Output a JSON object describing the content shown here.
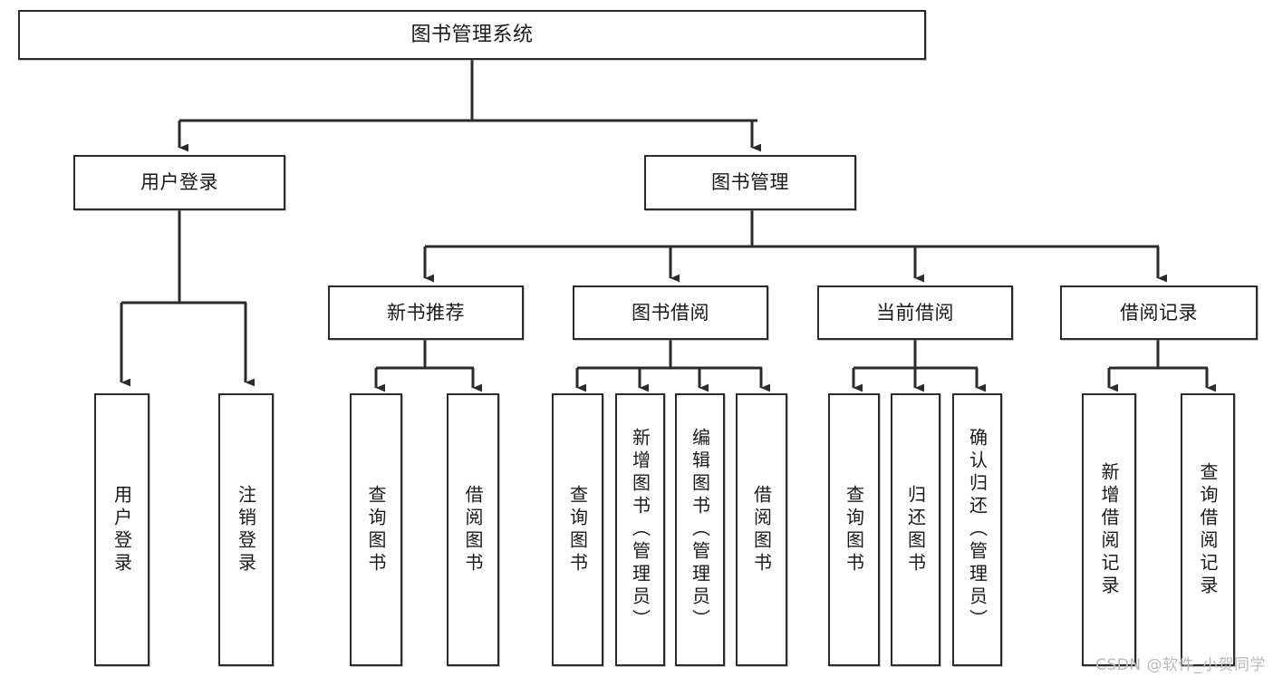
{
  "diagram": {
    "type": "tree",
    "title": "图书管理系统",
    "watermark": "CSDN @软件_小贺同学",
    "colors": {
      "stroke": "#2b2b2b",
      "fill": "#ffffff",
      "text": "#1a1a1a",
      "watermark": "#b9b9b9"
    },
    "nodes": {
      "root": {
        "label": "图书管理系统",
        "level": 1,
        "orientation": "horizontal"
      },
      "l2": [
        {
          "label": "用户登录",
          "level": 2,
          "orientation": "horizontal"
        },
        {
          "label": "图书管理",
          "level": 2,
          "orientation": "horizontal"
        }
      ],
      "l3": [
        {
          "label": "新书推荐",
          "level": 3,
          "orientation": "horizontal"
        },
        {
          "label": "图书借阅",
          "level": 3,
          "orientation": "horizontal"
        },
        {
          "label": "当前借阅",
          "level": 3,
          "orientation": "horizontal"
        },
        {
          "label": "借阅记录",
          "level": 3,
          "orientation": "horizontal"
        }
      ],
      "leaves_user_login": [
        {
          "label": "用户登录",
          "level": 3,
          "orientation": "vertical"
        },
        {
          "label": "注销登录",
          "level": 3,
          "orientation": "vertical"
        }
      ],
      "leaves_new_book": [
        {
          "label": "查询图书",
          "level": 4,
          "orientation": "vertical"
        },
        {
          "label": "借阅图书",
          "level": 4,
          "orientation": "vertical"
        }
      ],
      "leaves_borrow_book": [
        {
          "label": "查询图书",
          "level": 4,
          "orientation": "vertical"
        },
        {
          "label": "新增图书（管理员）",
          "level": 4,
          "orientation": "vertical"
        },
        {
          "label": "编辑图书（管理员）",
          "level": 4,
          "orientation": "vertical"
        },
        {
          "label": "借阅图书",
          "level": 4,
          "orientation": "vertical"
        }
      ],
      "leaves_current_borrow": [
        {
          "label": "查询图书",
          "level": 4,
          "orientation": "vertical"
        },
        {
          "label": "归还图书",
          "level": 4,
          "orientation": "vertical"
        },
        {
          "label": "确认归还（管理员）",
          "level": 4,
          "orientation": "vertical"
        }
      ],
      "leaves_borrow_record": [
        {
          "label": "新增借阅记录",
          "level": 4,
          "orientation": "vertical"
        },
        {
          "label": "查询借阅记录",
          "level": 4,
          "orientation": "vertical"
        }
      ]
    },
    "edges": [
      {
        "from": "图书管理系统",
        "to": "用户登录"
      },
      {
        "from": "图书管理系统",
        "to": "图书管理"
      },
      {
        "from": "用户登录",
        "to": "用户登录"
      },
      {
        "from": "用户登录",
        "to": "注销登录"
      },
      {
        "from": "图书管理",
        "to": "新书推荐"
      },
      {
        "from": "图书管理",
        "to": "图书借阅"
      },
      {
        "from": "图书管理",
        "to": "当前借阅"
      },
      {
        "from": "图书管理",
        "to": "借阅记录"
      },
      {
        "from": "新书推荐",
        "to": "查询图书"
      },
      {
        "from": "新书推荐",
        "to": "借阅图书"
      },
      {
        "from": "图书借阅",
        "to": "查询图书"
      },
      {
        "from": "图书借阅",
        "to": "新增图书（管理员）"
      },
      {
        "from": "图书借阅",
        "to": "编辑图书（管理员）"
      },
      {
        "from": "图书借阅",
        "to": "借阅图书"
      },
      {
        "from": "当前借阅",
        "to": "查询图书"
      },
      {
        "from": "当前借阅",
        "to": "归还图书"
      },
      {
        "from": "当前借阅",
        "to": "确认归还（管理员）"
      },
      {
        "from": "借阅记录",
        "to": "新增借阅记录"
      },
      {
        "from": "借阅记录",
        "to": "查询借阅记录"
      }
    ]
  }
}
